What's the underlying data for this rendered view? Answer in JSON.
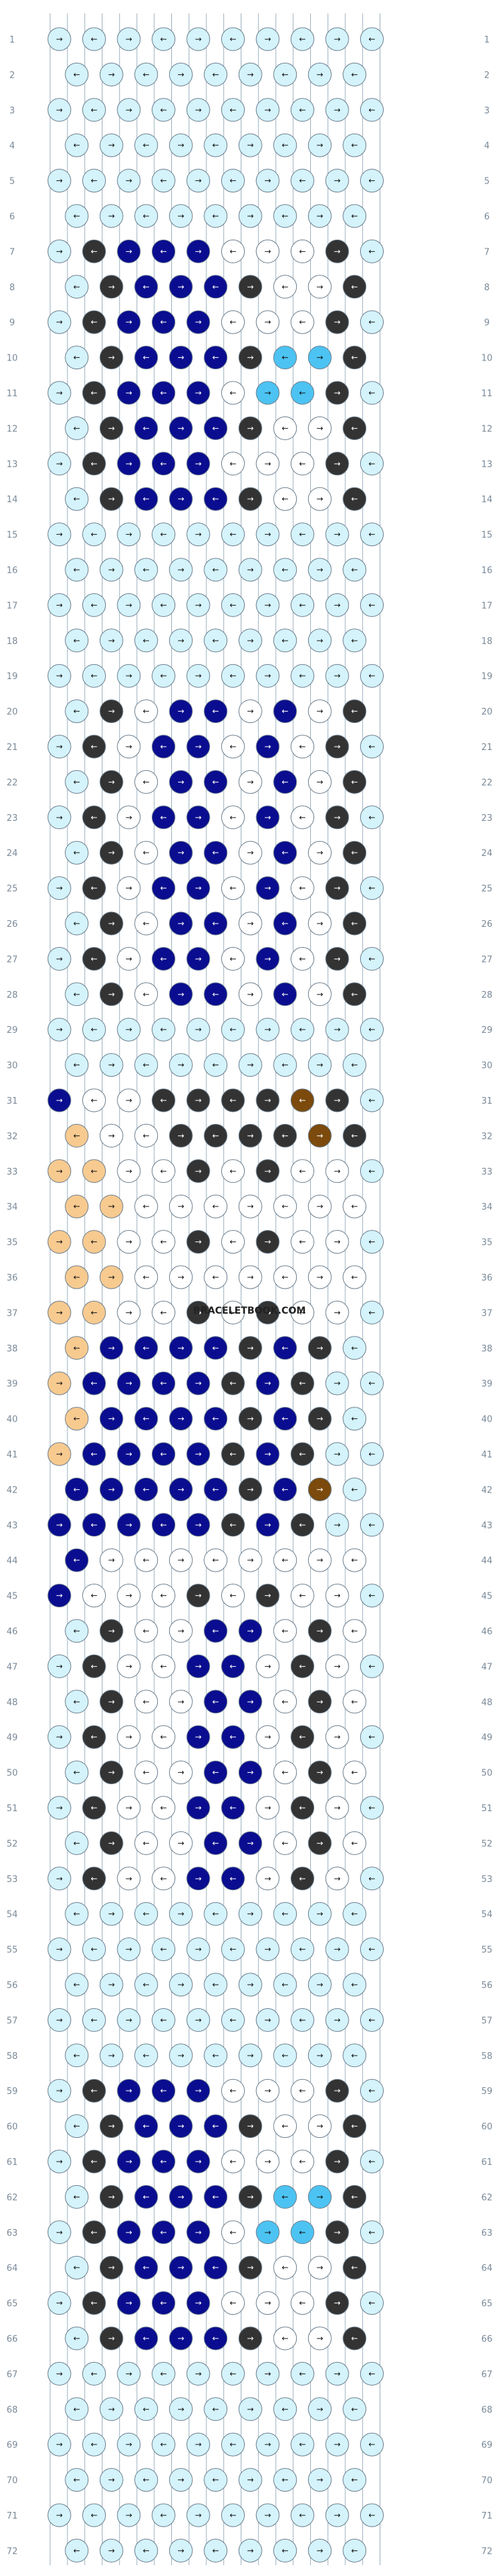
{
  "pattern": {
    "rows": 72,
    "knots_per_row": 10,
    "strings": 20,
    "row_numbers": [
      1,
      2,
      3,
      4,
      5,
      6,
      7,
      8,
      9,
      10,
      11,
      12,
      13,
      14,
      15,
      16,
      17,
      18,
      19,
      20,
      21,
      22,
      23,
      24,
      25,
      26,
      27,
      28,
      29,
      30,
      31,
      32,
      33,
      34,
      35,
      36,
      37,
      38,
      39,
      40,
      41,
      42,
      43,
      44,
      45,
      46,
      47,
      48,
      49,
      50,
      51,
      52,
      53,
      54,
      55,
      56,
      57,
      58,
      59,
      60,
      61,
      62,
      63,
      64,
      65,
      66,
      67,
      68,
      69,
      70,
      71,
      72
    ],
    "watermark": "BRACELETBOOK.COM",
    "knot_arrows": {
      "forward": "→",
      "backward": "←"
    }
  },
  "colors": {
    "light_blue": "#d4f3fb",
    "white": "#ffffff",
    "dark_gray": "#333333",
    "navy": "#0a0d8f",
    "sky_blue": "#4cc3f2",
    "peach": "#f7ca90",
    "brown": "#7b4a0c",
    "outline": "#6b7d8c",
    "string_line": "#9bb0bf",
    "row_number": "#7a8a99"
  },
  "motif_rows": {
    "glasses_top": [
      7,
      14
    ],
    "head": [
      20,
      28
    ],
    "face": [
      31,
      45
    ],
    "chin": [
      46,
      53
    ],
    "glasses_bottom": [
      59,
      66
    ]
  },
  "border_color": "light_blue"
}
